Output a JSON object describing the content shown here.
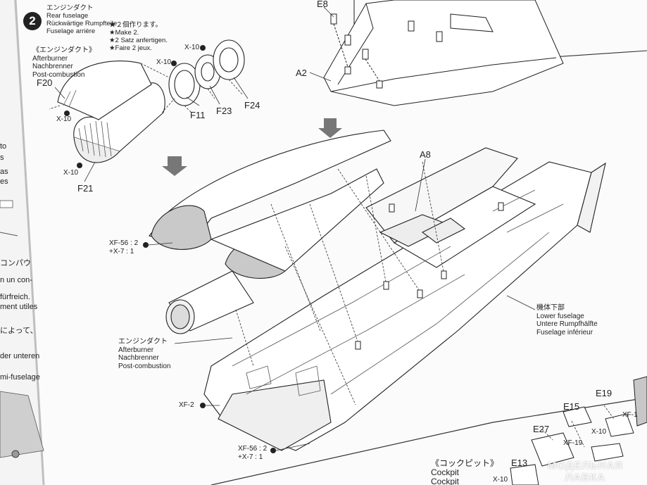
{
  "step": {
    "number": "2",
    "heading_jp": "エンジンダクト",
    "heading_lines": [
      "Rear fuselage",
      "Rückwärtige Rumpfteile",
      "Fuselage arrière"
    ],
    "make_note": [
      "★２個作ります。",
      "★Make 2.",
      "★2 Satz anfertigen.",
      "★Faire 2 jeux."
    ]
  },
  "afterburner_top": {
    "jp": "《エンジンダクト》",
    "lines": [
      "Afterburner",
      "Nachbrenner",
      "Post-combustion"
    ]
  },
  "afterburner_mid": {
    "jp": "エンジンダクト",
    "lines": [
      "Afterburner",
      "Nachbrenner",
      "Post-combustion"
    ]
  },
  "lower_fuselage": {
    "jp": "機体下部",
    "lines": [
      "Lower fuselage",
      "Untere Rumpfhälfte",
      "Fuselage inférieur"
    ]
  },
  "cockpit": {
    "jp": "《コックピット》",
    "lines": [
      "Cockpit",
      "Cockpit"
    ]
  },
  "parts": {
    "F20": "F20",
    "F21": "F21",
    "F11": "F11",
    "F23": "F23",
    "F24": "F24",
    "A2": "A2",
    "A8": "A8",
    "E8": "E8",
    "E13": "E13",
    "E15": "E15",
    "E19": "E19",
    "E27": "E27"
  },
  "callouts": {
    "x10_a": "X-10",
    "x10_b": "X-10",
    "x10_c": "X-10",
    "x10_d": "X-10",
    "x10_e": "X-10",
    "x10_f": "X-10",
    "xf56_top": [
      "XF-56 : 2",
      "+X-7 : 1"
    ],
    "xf56_bottom": [
      "XF-56 : 2",
      "+X-7 : 1"
    ],
    "xf2": "XF-2",
    "xf19": "XF-19",
    "xf1": "XF-1"
  },
  "left_page_text": [
    "コンパウ",
    "n un con-",
    "fürfreich.",
    "ment utiles",
    "によって、",
    "der unteren",
    "mi-fuselage",
    "as",
    "es",
    "to",
    "s"
  ],
  "watermark": [
    "МОДЕЛЬНАЯ",
    "ЛАВКА"
  ]
}
